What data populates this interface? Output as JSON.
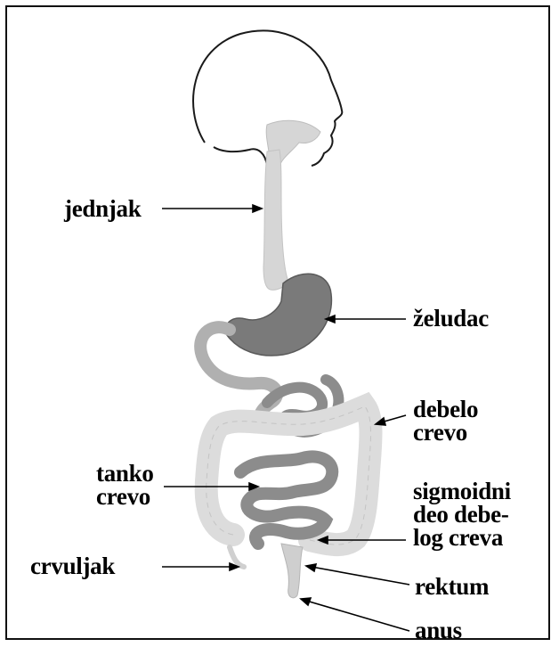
{
  "labels": {
    "jednjak": "jednjak",
    "zeludac": "želudac",
    "debelo": [
      "debelo",
      "crevo"
    ],
    "tanko": [
      "tanko",
      "crevo"
    ],
    "sigmoidni": [
      "sigmoidni",
      "deo debe-",
      "log creva"
    ],
    "crvuljak": "crvuljak",
    "rektum": "rektum",
    "anus": "anus"
  },
  "colors": {
    "outline": "#1a1a1a",
    "esophagus": "#d6d6d6",
    "stomach": "#7a7a7a",
    "small_intestine": "#8c8c8c",
    "large_intestine": "#dcdcdc",
    "duodenum": "#b0b0b0"
  }
}
